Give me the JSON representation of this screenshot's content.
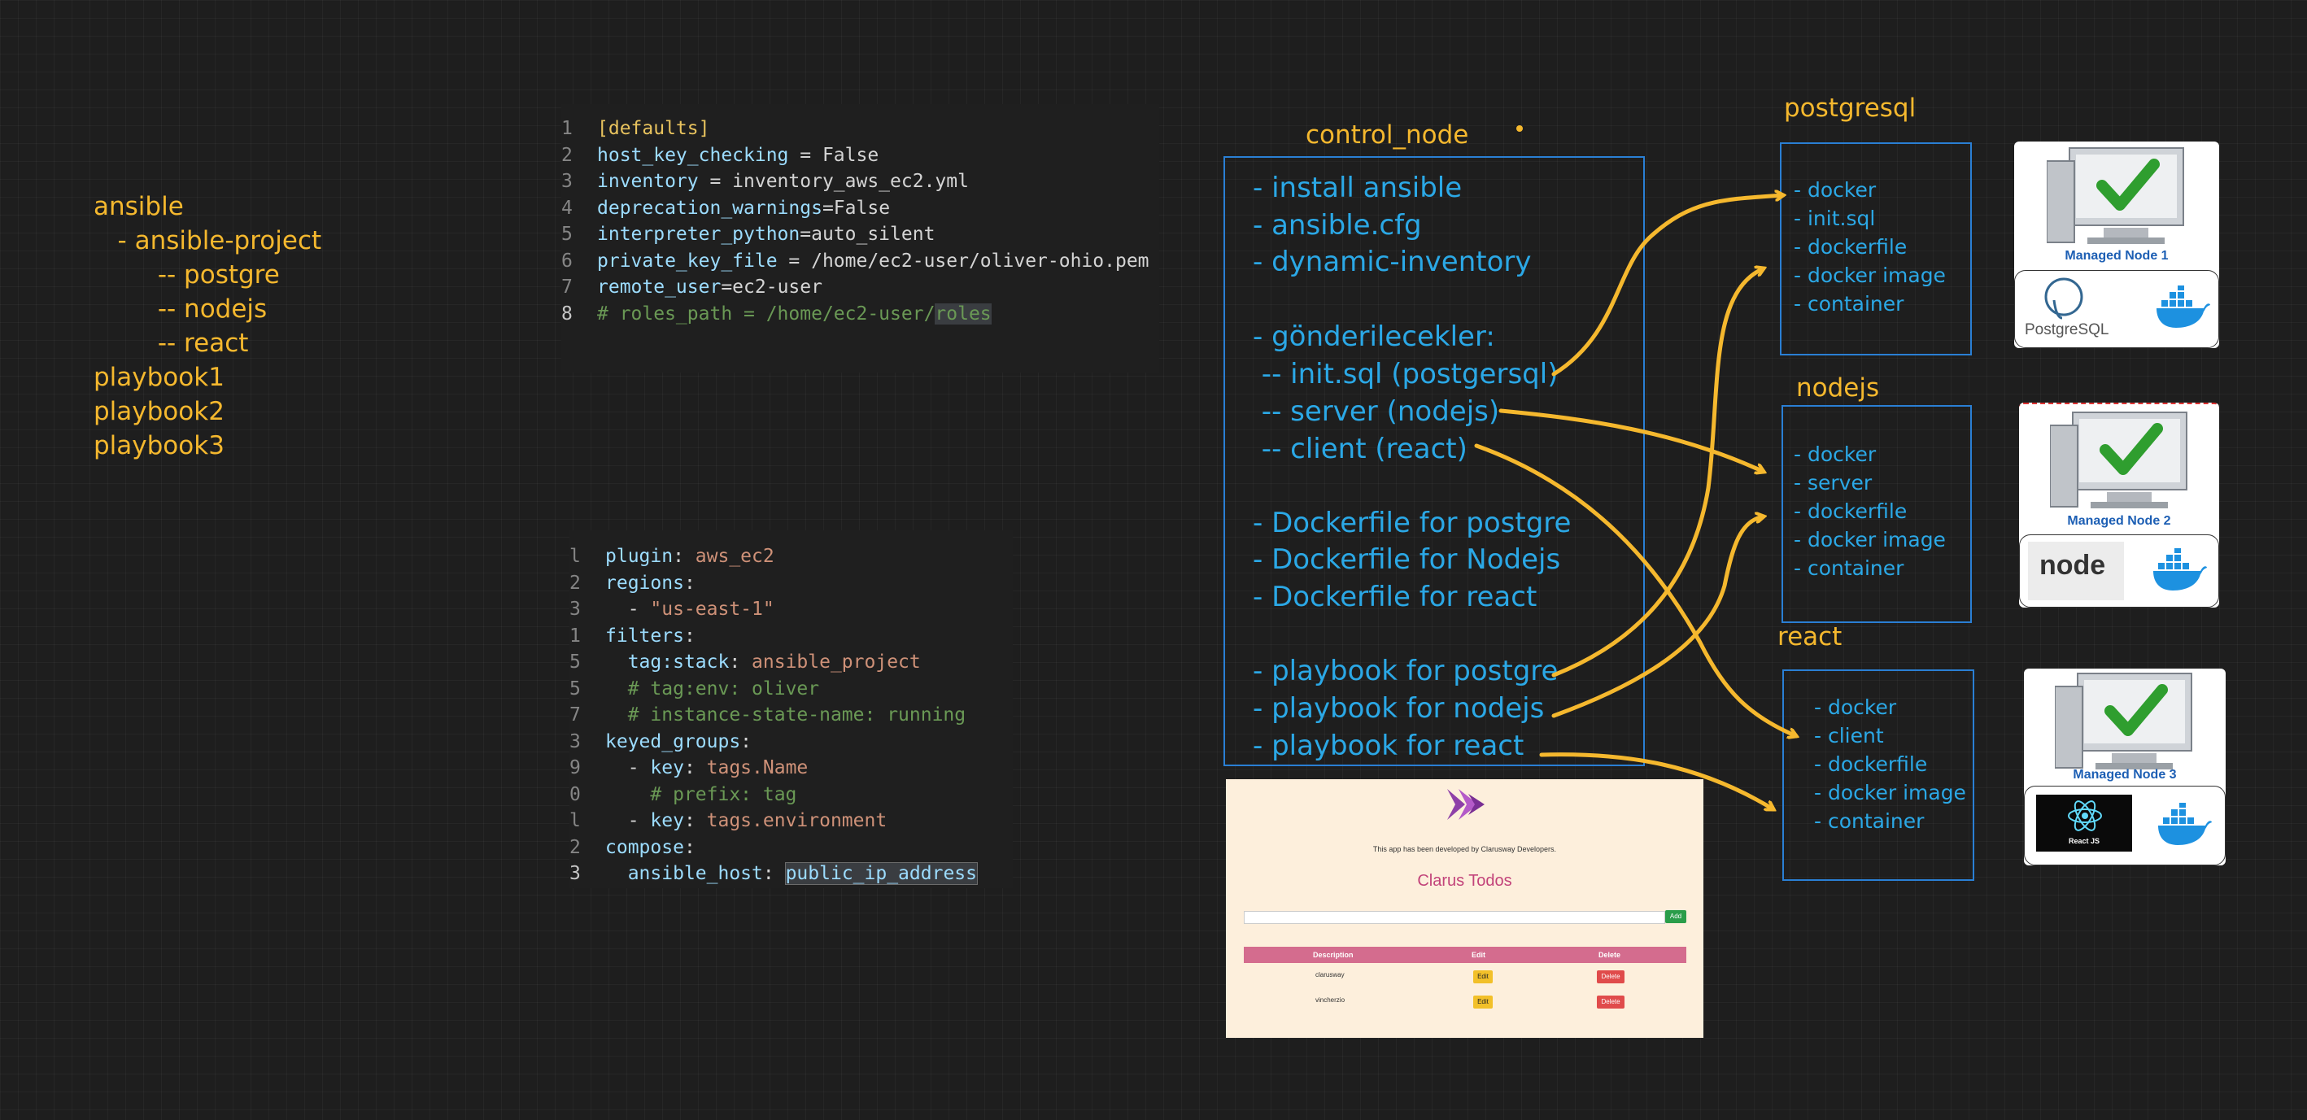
{
  "tree": {
    "lines": [
      "ansible",
      "   - ansible-project",
      "        -- postgre",
      "        -- nodejs",
      "        -- react",
      "playbook1",
      "playbook2",
      "playbook3"
    ]
  },
  "ansible_cfg": {
    "partial_header": "",
    "lines": [
      {
        "n": "1",
        "parts": [
          [
            "br",
            "[defaults]"
          ]
        ]
      },
      {
        "n": "2",
        "parts": [
          [
            "key",
            "host_key_checking"
          ],
          [
            "val",
            " = False"
          ]
        ]
      },
      {
        "n": "3",
        "parts": [
          [
            "key",
            "inventory"
          ],
          [
            "val",
            " = inventory_aws_ec2.yml"
          ]
        ]
      },
      {
        "n": "4",
        "parts": [
          [
            "key",
            "deprecation_warnings"
          ],
          [
            "val",
            "=False"
          ]
        ]
      },
      {
        "n": "5",
        "parts": [
          [
            "key",
            "interpreter_python"
          ],
          [
            "val",
            "=auto_silent"
          ]
        ]
      },
      {
        "n": "6",
        "parts": [
          [
            "key",
            "private_key_file"
          ],
          [
            "val",
            " = /home/ec2-user/oliver-ohio.pem"
          ]
        ]
      },
      {
        "n": "7",
        "parts": [
          [
            "key",
            "remote_user"
          ],
          [
            "val",
            "=ec2-user"
          ]
        ]
      },
      {
        "n": "8",
        "parts": [
          [
            "cmt",
            "# roles_path = /home/ec2-user/"
          ],
          [
            "cmthl",
            "roles"
          ]
        ]
      }
    ]
  },
  "inventory_yml": {
    "breadcrumb": "",
    "lines": [
      {
        "n": "l",
        "parts": [
          [
            "yk",
            "plugin"
          ],
          [
            "val",
            ": "
          ],
          [
            "str",
            "aws_ec2"
          ]
        ]
      },
      {
        "n": "2",
        "parts": [
          [
            "yk",
            "regions"
          ],
          [
            "val",
            ":"
          ]
        ]
      },
      {
        "n": "3",
        "parts": [
          [
            "val",
            "  - "
          ],
          [
            "str",
            "\"us-east-1\""
          ]
        ]
      },
      {
        "n": "1",
        "parts": [
          [
            "yk",
            "filters"
          ],
          [
            "val",
            ":"
          ]
        ]
      },
      {
        "n": "5",
        "parts": [
          [
            "val",
            "  "
          ],
          [
            "yk",
            "tag:stack"
          ],
          [
            "val",
            ": "
          ],
          [
            "str",
            "ansible_project"
          ]
        ]
      },
      {
        "n": "5",
        "parts": [
          [
            "val",
            "  "
          ],
          [
            "cmt",
            "# tag:env: oliver"
          ]
        ]
      },
      {
        "n": "7",
        "parts": [
          [
            "val",
            "  "
          ],
          [
            "cmt",
            "# instance-state-name: running"
          ]
        ]
      },
      {
        "n": "3",
        "parts": [
          [
            "yk",
            "keyed_groups"
          ],
          [
            "val",
            ":"
          ]
        ]
      },
      {
        "n": "9",
        "parts": [
          [
            "val",
            "  - "
          ],
          [
            "yk",
            "key"
          ],
          [
            "val",
            ": "
          ],
          [
            "str",
            "tags.Name"
          ]
        ]
      },
      {
        "n": "0",
        "parts": [
          [
            "val",
            "    "
          ],
          [
            "cmt",
            "# prefix: tag"
          ]
        ]
      },
      {
        "n": "l",
        "parts": [
          [
            "val",
            "  - "
          ],
          [
            "yk",
            "key"
          ],
          [
            "val",
            ": "
          ],
          [
            "str",
            "tags.environment"
          ]
        ]
      },
      {
        "n": "2",
        "parts": [
          [
            "yk",
            "compose"
          ],
          [
            "val",
            ":"
          ]
        ]
      },
      {
        "n": "3",
        "parts": [
          [
            "val",
            "  "
          ],
          [
            "yk",
            "ansible_host"
          ],
          [
            "val",
            ": "
          ],
          [
            "hlbox",
            "public_ip_address"
          ]
        ]
      }
    ]
  },
  "control_node": {
    "title": "control_node",
    "items": [
      "- install ansible",
      "- ansible.cfg",
      "- dynamic-inventory",
      "- gönderilecekler:",
      " -- init.sql (postgersql)",
      " -- server (nodejs)",
      " -- client (react)",
      "- Dockerfile for postgre",
      "- Dockerfile for Nodejs",
      "- Dockerfile for react",
      "- playbook for postgre",
      "- playbook for nodejs",
      "- playbook for react"
    ]
  },
  "nodes": [
    {
      "title": "postgresql",
      "items": [
        "- docker",
        "- init.sql",
        "- dockerfile",
        "- docker image",
        "- container"
      ]
    },
    {
      "title": "nodejs",
      "items": [
        "- docker",
        "- server",
        "- dockerfile",
        "- docker image",
        "- container"
      ]
    },
    {
      "title": "react",
      "items": [
        "- docker",
        "- client",
        "- dockerfile",
        "- docker image",
        "- container"
      ]
    }
  ],
  "managed_nodes": [
    {
      "caption": "Managed Node 1",
      "logo_text": "PostgreSQL",
      "logo_icon": "postgresql-elephant-icon"
    },
    {
      "caption": "Managed Node 2",
      "logo_text": "node",
      "logo_icon": "nodejs-logo-icon"
    },
    {
      "caption": "Managed Node 3",
      "logo_text": "React JS",
      "logo_icon": "react-atom-icon"
    }
  ],
  "app": {
    "credit": "This app has been developed by Clarusway Developers.",
    "title": "Clarus Todos",
    "add_label": "Add",
    "columns": [
      "Description",
      "Edit",
      "Delete"
    ],
    "rows": [
      {
        "desc": "clarusway",
        "edit": "Edit",
        "delete": "Delete"
      },
      {
        "desc": "vincherzio",
        "edit": "Edit",
        "delete": "Delete"
      }
    ]
  },
  "colors": {
    "accent_yellow": "#f5b82e",
    "accent_blue": "#2ba8e6",
    "box_border": "#2a7fd4",
    "app_header": "#d46c8e"
  }
}
